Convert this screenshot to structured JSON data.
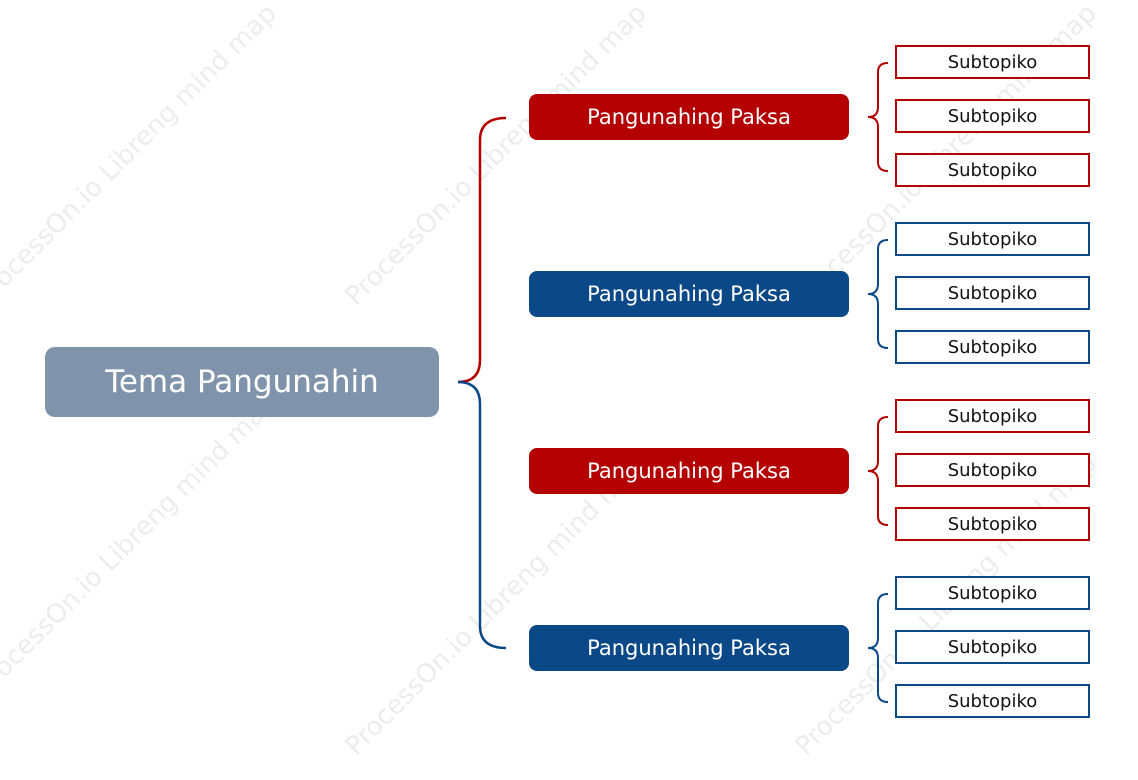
{
  "watermark_text": "ProcessOn.io Libreng mind map",
  "colors": {
    "red": "#b40000",
    "blue": "#0a4887",
    "central": "#7f93aa"
  },
  "central_topic": {
    "label": "Tema Pangunahin"
  },
  "main_topics": [
    {
      "label": "Pangunahing Paksa",
      "color": "#b40000",
      "subtopics": [
        "Subtopiko",
        "Subtopiko",
        "Subtopiko"
      ]
    },
    {
      "label": "Pangunahing Paksa",
      "color": "#0a4887",
      "subtopics": [
        "Subtopiko",
        "Subtopiko",
        "Subtopiko"
      ]
    },
    {
      "label": "Pangunahing Paksa",
      "color": "#b40000",
      "subtopics": [
        "Subtopiko",
        "Subtopiko",
        "Subtopiko"
      ]
    },
    {
      "label": "Pangunahing Paksa",
      "color": "#0a4887",
      "subtopics": [
        "Subtopiko",
        "Subtopiko",
        "Subtopiko"
      ]
    }
  ]
}
